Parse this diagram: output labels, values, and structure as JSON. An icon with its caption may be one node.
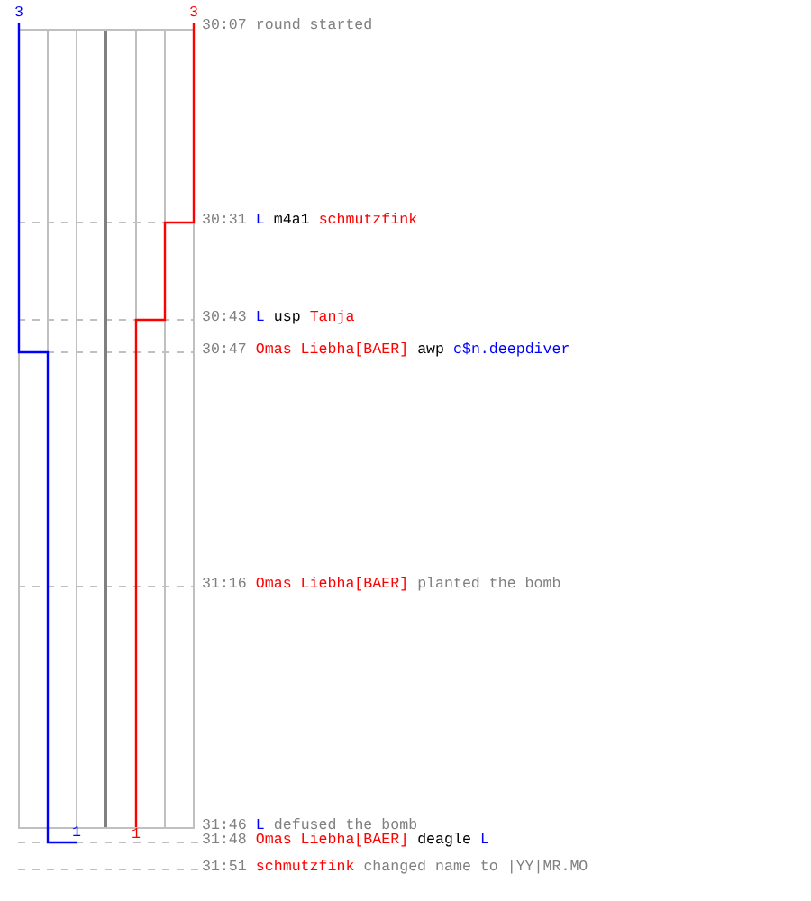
{
  "diagram": {
    "labels": [
      "3",
      "3",
      "30:07",
      "round started",
      "30:31",
      "L",
      "m4a1",
      "schmutzfink",
      "30:43",
      "L",
      "usp",
      "Tanja",
      "30:47",
      "Omas Liebha[BAER]",
      "awp",
      "c$n.deepdiver",
      "31:16",
      "Omas Liebha[BAER]",
      "planted the bomb",
      "31:46",
      "L",
      "defused the bomb",
      "1",
      "1",
      "31:48",
      "Omas Liebha[BAER]",
      "deagle",
      "L",
      "31:51",
      "schmutzfink",
      "changed name to |YY|MR.MO"
    ]
  }
}
